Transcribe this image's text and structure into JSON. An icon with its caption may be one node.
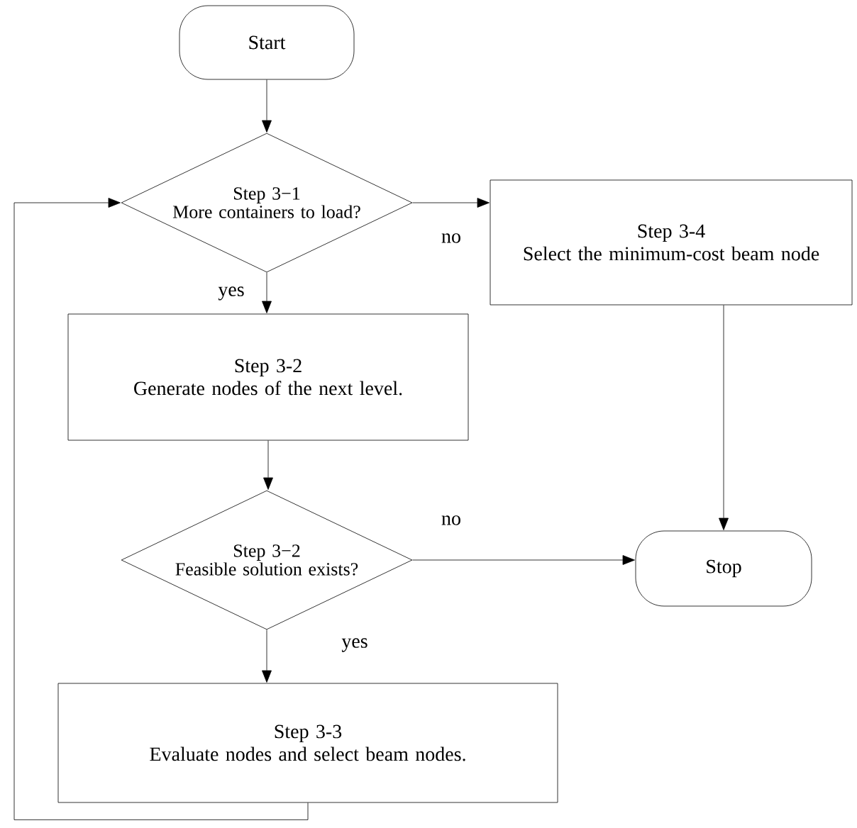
{
  "diagram": {
    "nodes": [
      {
        "text": [
          "Start"
        ]
      },
      {
        "text": [
          "Step 3−1",
          "More containers to load?"
        ]
      },
      {
        "text": [
          "Step 3-4",
          "Select the minimum-cost beam node"
        ]
      },
      {
        "text": [
          "Step 3-2",
          "Generate nodes of the next level."
        ]
      },
      {
        "text": [
          "Step 3−2",
          "Feasible solution exists?"
        ]
      },
      {
        "text": [
          "Stop"
        ]
      },
      {
        "text": [
          "Step 3-3",
          "Evaluate nodes and select beam nodes."
        ]
      }
    ],
    "edges": [
      {
        "from": 0,
        "to": 1,
        "arrow": "to"
      },
      {
        "from": 1,
        "to": 2,
        "arrow": "to",
        "label": "no"
      },
      {
        "from": 1,
        "to": 3,
        "arrow": "to",
        "label": "yes"
      },
      {
        "from": 3,
        "to": 4,
        "arrow": "to"
      },
      {
        "from": 4,
        "to": 5,
        "arrow": "to",
        "label": "no"
      },
      {
        "from": 2,
        "to": 5,
        "arrow": "to"
      },
      {
        "from": 4,
        "to": 6,
        "arrow": "to",
        "label": "yes"
      },
      {
        "from": 6,
        "to": 1,
        "arrow": "to"
      }
    ]
  }
}
